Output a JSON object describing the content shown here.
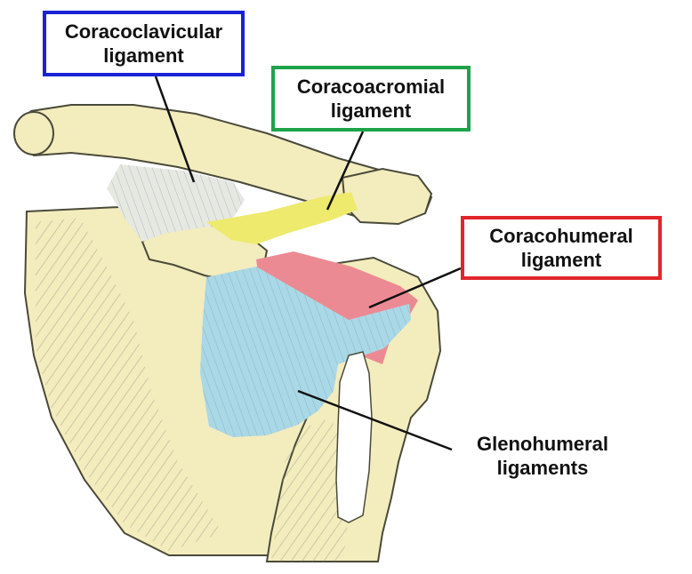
{
  "labels": {
    "coracoclavicular": {
      "line1": "Coracoclavicular",
      "line2": "ligament",
      "color": "#1a22d6"
    },
    "coracoacromial": {
      "line1": "Coracoacromial",
      "line2": "ligament",
      "color": "#1ea34a"
    },
    "coracohumeral": {
      "line1": "Coracohumeral",
      "line2": "ligament",
      "color": "#e0262b"
    },
    "glenohumeral": {
      "line1": "Glenohumeral",
      "line2": "ligaments"
    }
  },
  "colors": {
    "bone": "#f3ecbd",
    "bone_shadow": "#b9ad7d",
    "bone_outline": "#4a4a3a",
    "coracoclavicular_ligament": "#e6e8e2",
    "coracoacromial_ligament": "#eeea6e",
    "coracohumeral_ligament": "#ec8a93",
    "glenohumeral_ligaments": "#a9d8e6",
    "tendon": "#ffffff",
    "leader": "#111111"
  }
}
